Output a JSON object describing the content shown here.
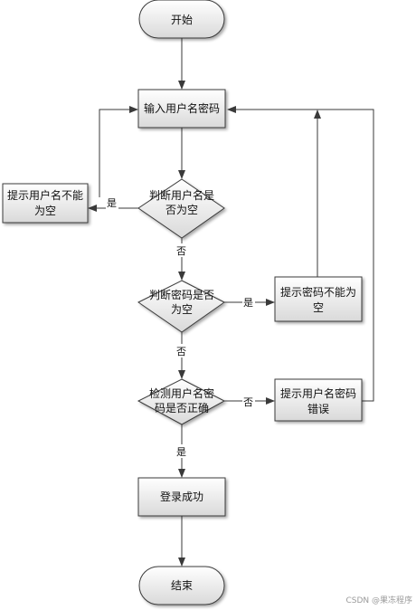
{
  "nodes": {
    "start": "开始",
    "input_user_pass": "输入用户名密码",
    "check_user_empty_l1": "判断用户名是",
    "check_user_empty_l2": "否为空",
    "prompt_user_empty_l1": "提示用户名不能",
    "prompt_user_empty_l2": "为空",
    "check_pass_empty_l1": "判断密码是否",
    "check_pass_empty_l2": "为空",
    "prompt_pass_empty_l1": "提示密码不能为",
    "prompt_pass_empty_l2": "空",
    "verify_l1": "检测用户名密",
    "verify_l2": "码是否正确",
    "prompt_wrong_l1": "提示用户名密码",
    "prompt_wrong_l2": "错误",
    "login_success": "登录成功",
    "end": "结束"
  },
  "edges": {
    "user_empty_yes": "是",
    "user_empty_no": "否",
    "pass_empty_yes": "是",
    "pass_empty_no": "否",
    "verify_no": "否",
    "verify_yes": "是"
  },
  "watermark": "CSDN @果冻程序",
  "colors": {
    "stroke": "#3a3a3a",
    "fill_top": "#ffffff",
    "fill_bottom": "#dcdcdc"
  }
}
